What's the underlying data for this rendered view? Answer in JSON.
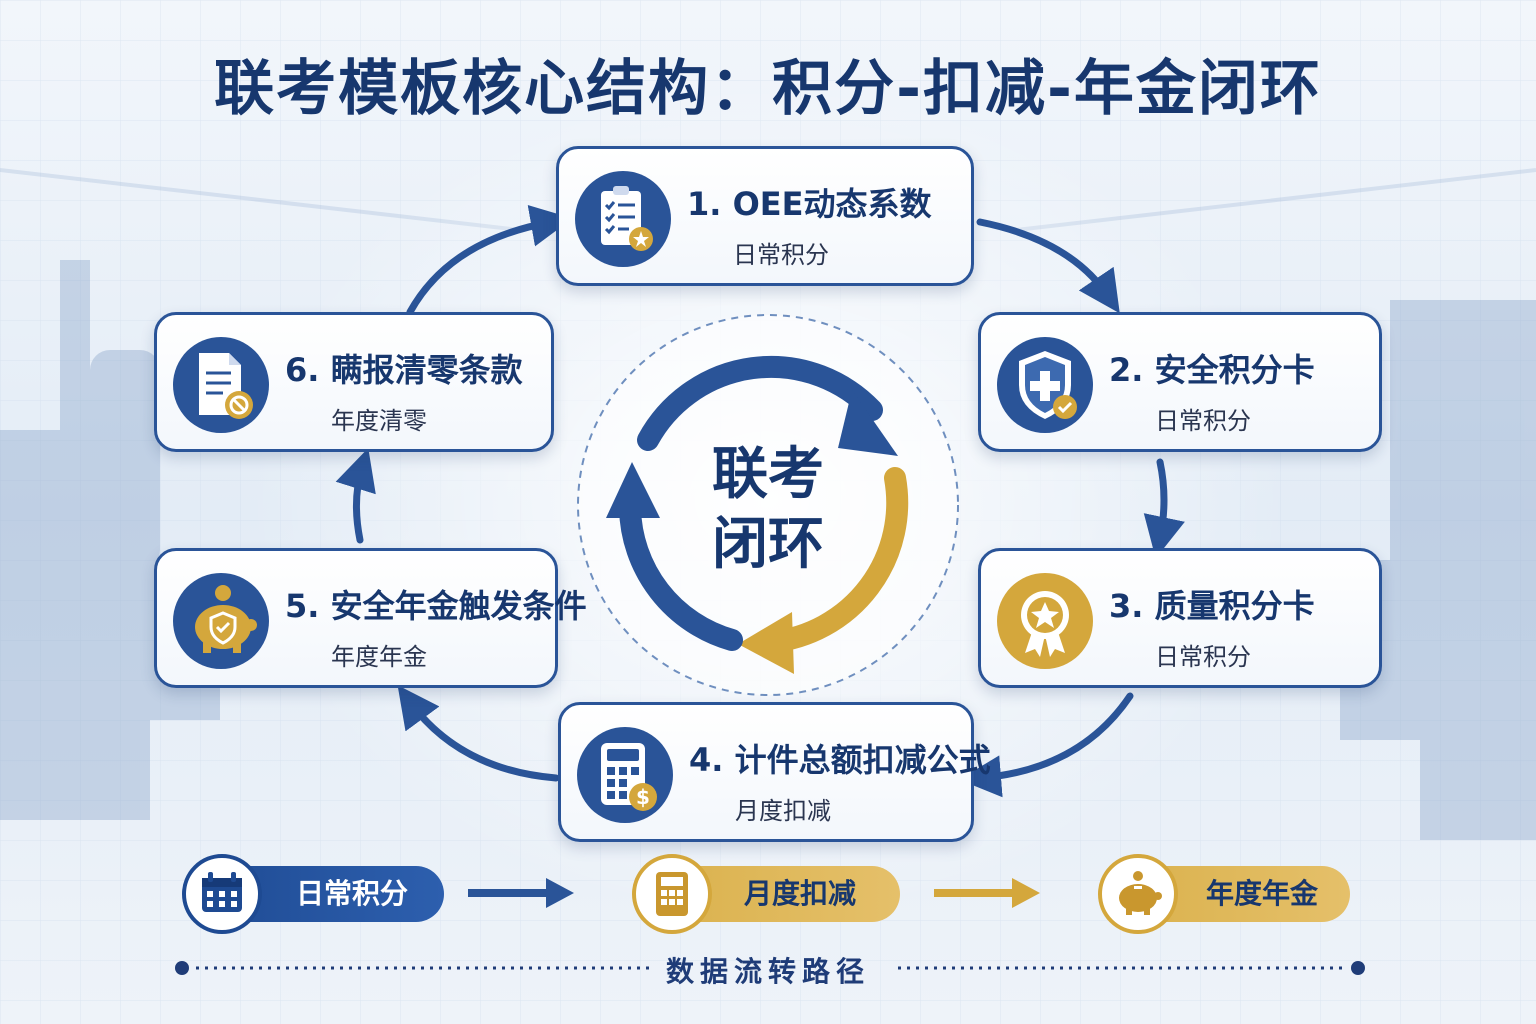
{
  "title": "联考模板核心结构：积分-扣减-年金闭环",
  "center": {
    "line1": "联考",
    "line2": "闭环"
  },
  "nodes": [
    {
      "title": "1. OEE动态系数",
      "subtitle": "日常积分",
      "icon": "clipboard-checklist-icon"
    },
    {
      "title": "2. 安全积分卡",
      "subtitle": "日常积分",
      "icon": "shield-plus-icon"
    },
    {
      "title": "3. 质量积分卡",
      "subtitle": "日常积分",
      "icon": "award-medal-icon"
    },
    {
      "title": "4. 计件总额扣减公式",
      "subtitle": "月度扣减",
      "icon": "calculator-dollar-icon"
    },
    {
      "title": "5. 安全年金触发条件",
      "subtitle": "年度年金",
      "icon": "piggy-bank-shield-icon"
    },
    {
      "title": "6. 瞒报清零条款",
      "subtitle": "年度清零",
      "icon": "document-prohibit-icon"
    }
  ],
  "path": {
    "steps": [
      {
        "label": "日常积分",
        "icon": "calendar-icon"
      },
      {
        "label": "月度扣减",
        "icon": "calculator-icon"
      },
      {
        "label": "年度年金",
        "icon": "piggy-bank-icon"
      }
    ],
    "caption": "数据流转路径"
  },
  "colors": {
    "navy": "#17376e",
    "blue": "#2a5498",
    "gold": "#d4a73c"
  }
}
